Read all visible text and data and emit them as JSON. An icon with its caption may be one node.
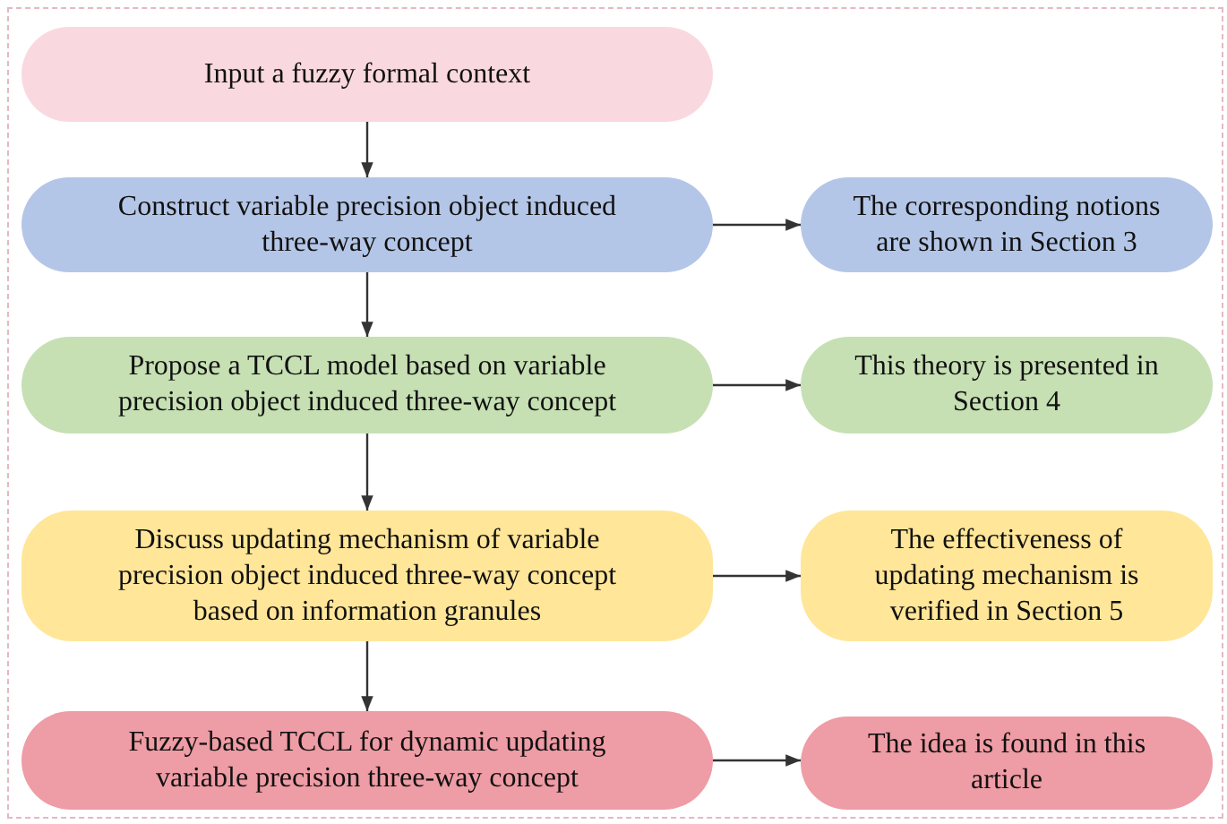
{
  "diagram": {
    "nodes": [
      {
        "text": [
          "Input a fuzzy formal context"
        ]
      },
      {
        "text": [
          "Construct variable precision object induced three-way concept"
        ]
      },
      {
        "text": [
          "Propose a TCCL model based on variable precision object induced three-way concept"
        ]
      },
      {
        "text": [
          "Discuss updating mechanism of variable precision object induced three-way concept based on information granules"
        ]
      },
      {
        "text": [
          "Fuzzy-based TCCL for dynamic updating variable precision three-way concept"
        ]
      },
      {
        "text": [
          "The corresponding notions are shown in Section 3"
        ]
      },
      {
        "text": [
          "This theory is presented in Section 4"
        ]
      },
      {
        "text": [
          "The effectiveness of updating mechanism is verified in Section 5"
        ]
      },
      {
        "text": [
          "The idea is found in this article"
        ]
      }
    ],
    "edges": [
      {
        "from": 0,
        "to": 1,
        "arrow": "to"
      },
      {
        "from": 1,
        "to": 2,
        "arrow": "to"
      },
      {
        "from": 2,
        "to": 3,
        "arrow": "to"
      },
      {
        "from": 3,
        "to": 4,
        "arrow": "to"
      },
      {
        "from": 1,
        "to": 5,
        "arrow": "to"
      },
      {
        "from": 2,
        "to": 6,
        "arrow": "to"
      },
      {
        "from": 3,
        "to": 7,
        "arrow": "to"
      },
      {
        "from": 4,
        "to": 8,
        "arrow": "to"
      }
    ]
  }
}
